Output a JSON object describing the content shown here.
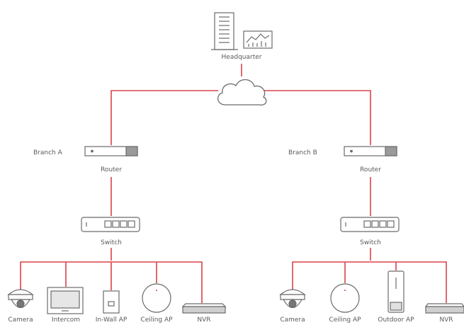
{
  "headquarter": {
    "label": "Headquarter"
  },
  "branches": [
    {
      "name": "Branch A",
      "router_label": "Router",
      "switch_label": "Switch",
      "devices": [
        "Camera",
        "Intercom",
        "In-Wall AP",
        "Ceiling AP",
        "NVR"
      ]
    },
    {
      "name": "Branch B",
      "router_label": "Router",
      "switch_label": "Switch",
      "devices": [
        "Camera",
        "Ceiling AP",
        "Outdoor AP",
        "NVR"
      ]
    }
  ],
  "colors": {
    "link": "#d9434a",
    "device_stroke": "#6b6b6b",
    "text": "#5a5a5a"
  }
}
